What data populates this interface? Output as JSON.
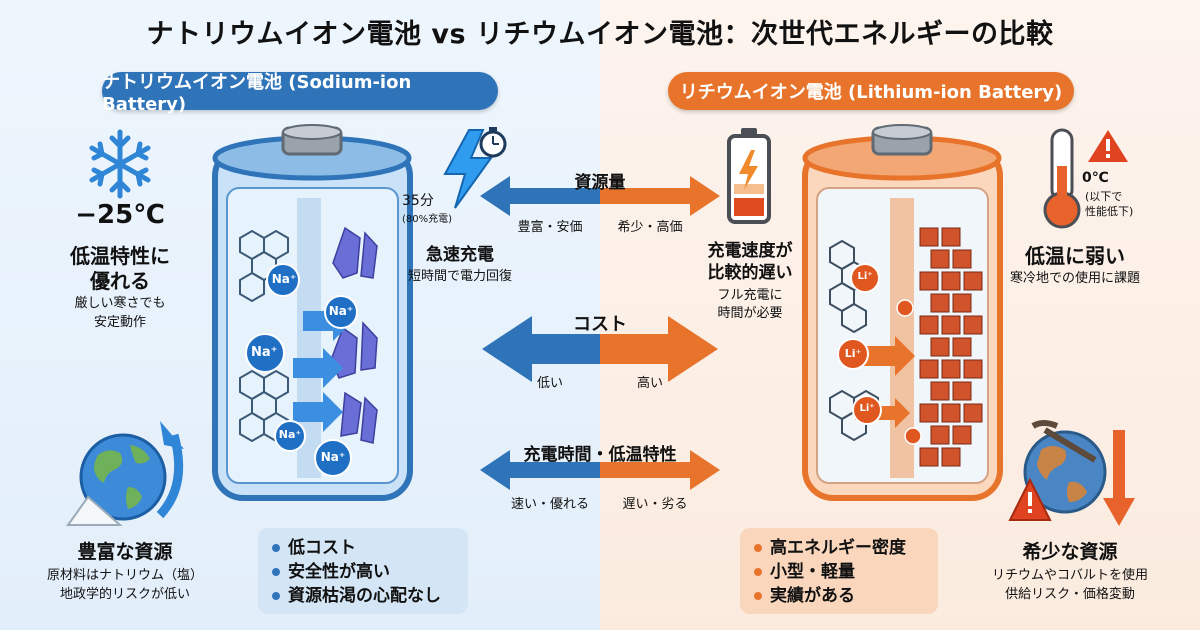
{
  "title": "ナトリウムイオン電池 vs リチウムイオン電池：次世代エネルギーの比較",
  "sodium": {
    "header": "ナトリウムイオン電池 (Sodium-ion Battery)",
    "temp": "−25℃",
    "cold_title_1": "低温特性に",
    "cold_title_2": "優れる",
    "cold_sub_1": "厳しい寒さでも",
    "cold_sub_2": "安定動作",
    "charge_time": "35分",
    "charge_pct": "(80%充電)",
    "charge_title": "急速充電",
    "charge_sub": "短時間で電力回復",
    "resource_title": "豊富な資源",
    "resource_sub_1": "原材料はナトリウム（塩）",
    "resource_sub_2": "地政学的リスクが低い",
    "ion_label": "Na⁺",
    "features": [
      "低コスト",
      "安全性が高い",
      "資源枯渇の心配なし"
    ]
  },
  "lithium": {
    "header": "リチウムイオン電池 (Lithium-ion Battery)",
    "temp": "0℃",
    "temp_sub_1": "(以下で",
    "temp_sub_2": "性能低下)",
    "cold_title": "低温に弱い",
    "cold_sub": "寒冷地での使用に課題",
    "charge_title_1": "充電速度が",
    "charge_title_2": "比較的遅い",
    "charge_sub_1": "フル充電に",
    "charge_sub_2": "時間が必要",
    "resource_title": "希少な資源",
    "resource_sub_1": "リチウムやコバルトを使用",
    "resource_sub_2": "供給リスク・価格変動",
    "ion_label": "Li⁺",
    "features": [
      "高エネルギー密度",
      "小型・軽量",
      "実績がある"
    ]
  },
  "comparisons": [
    {
      "label": "資源量",
      "left": "豊富・安価",
      "right": "希少・高価"
    },
    {
      "label": "コスト",
      "left": "低い",
      "right": "高い"
    },
    {
      "label": "充電時間・低温特性",
      "left": "速い・優れる",
      "right": "遅い・劣る"
    }
  ],
  "colors": {
    "sodium": "#2f74b9",
    "lithium": "#e8742b",
    "na_ion": "#1f6fc4",
    "li_ion": "#e0581f"
  }
}
